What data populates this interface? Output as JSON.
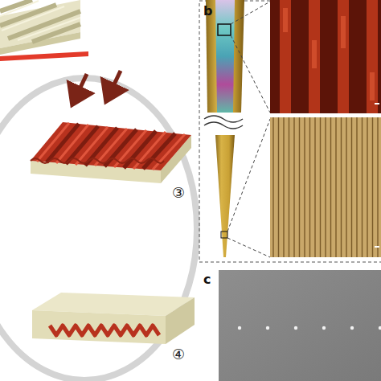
{
  "diagram": {
    "labels": [
      "b",
      "③",
      "④",
      "c"
    ]
  }
}
